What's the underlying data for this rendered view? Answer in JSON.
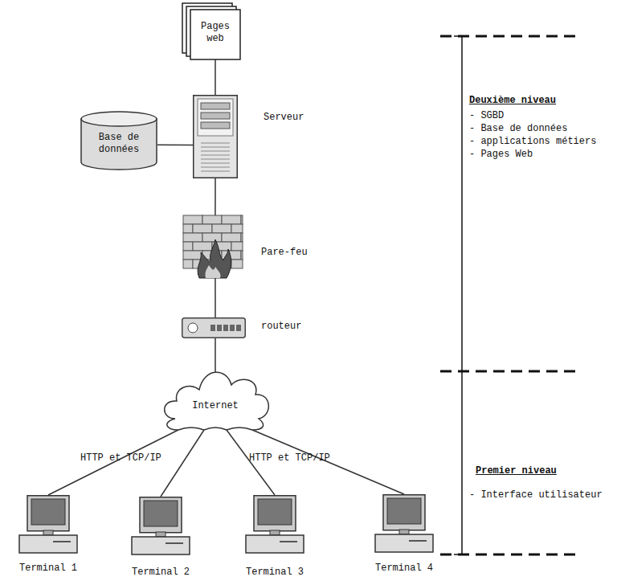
{
  "diagram": {
    "nodes": [
      {
        "text": [
          "Pages web"
        ]
      },
      {
        "text": [
          "Base de données"
        ]
      },
      {
        "text": [
          "Serveur"
        ]
      },
      {
        "text": [
          "Pare-feu"
        ]
      },
      {
        "text": [
          "routeur"
        ]
      },
      {
        "text": [
          "Internet"
        ]
      },
      {
        "text": [
          "Terminal 1"
        ]
      },
      {
        "text": [
          "Terminal 2"
        ]
      },
      {
        "text": [
          "Terminal 3"
        ]
      },
      {
        "text": [
          "Terminal 4"
        ]
      }
    ],
    "edges": [
      {
        "from": 0,
        "to": 2,
        "arrow": "none"
      },
      {
        "from": 1,
        "to": 2,
        "arrow": "none"
      },
      {
        "from": 2,
        "to": 3,
        "arrow": "none"
      },
      {
        "from": 3,
        "to": 4,
        "arrow": "none"
      },
      {
        "from": 4,
        "to": 5,
        "arrow": "none"
      },
      {
        "from": 5,
        "to": 6,
        "arrow": "none"
      },
      {
        "from": 5,
        "to": 7,
        "arrow": "none"
      },
      {
        "from": 5,
        "to": 8,
        "arrow": "none"
      },
      {
        "from": 5,
        "to": 9,
        "arrow": "none"
      }
    ],
    "labels": [
      "Deuxième niveau",
      "- SGBD",
      "- Base de données",
      "- applications métiers",
      "- Pages Web",
      "Premier niveau",
      "- Interface utilisateur",
      "HTTP et TCP/IP",
      "HTTP et TCP/IP"
    ]
  }
}
